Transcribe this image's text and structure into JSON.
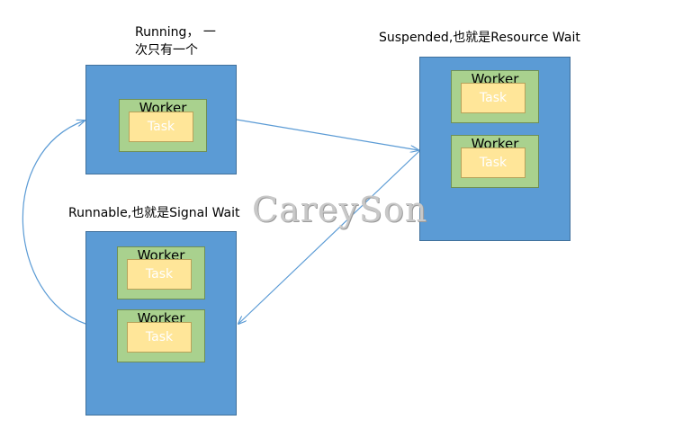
{
  "labels": {
    "running_line1": "Running， 一",
    "running_line2": "次只有一个",
    "suspended": "Suspended,也就是Resource Wait",
    "runnable": "Runnable,也就是Signal Wait"
  },
  "worker_label": "Worker",
  "task_label": "Task",
  "watermark": "CareySon",
  "colors": {
    "box": "#5b9bd5",
    "worker": "#a9d18e",
    "task": "#ffe699",
    "arrow": "#5b9bd5"
  }
}
